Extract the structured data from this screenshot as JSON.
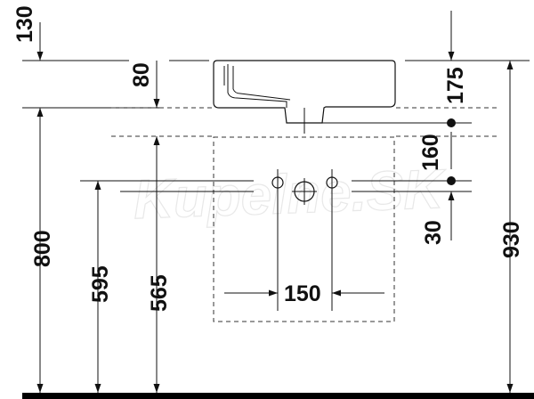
{
  "dimensions": {
    "d130": "130",
    "d80": "80",
    "d175": "175",
    "d160": "160",
    "d30": "30",
    "d930": "930",
    "d800": "800",
    "d595": "595",
    "d565": "565",
    "d150": "150"
  },
  "watermark": "Kupelne.SK",
  "colors": {
    "line": "#111111",
    "floor": "#000000",
    "background": "#ffffff"
  }
}
